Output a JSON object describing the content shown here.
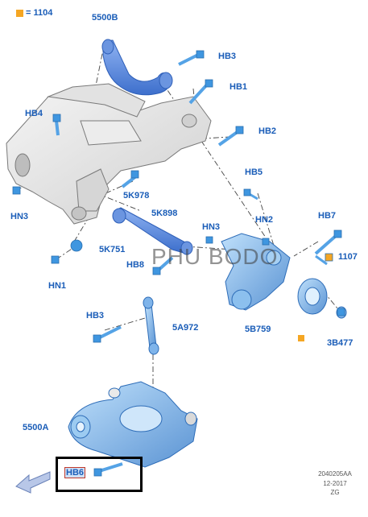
{
  "legend": {
    "part_number": "1104",
    "prefix": "="
  },
  "watermark": "PHU BODO",
  "labels": {
    "p5500B": "5500B",
    "HB3_top": "HB3",
    "HB1": "HB1",
    "HB4": "HB4",
    "HB2": "HB2",
    "HB5": "HB5",
    "p5K978": "5K978",
    "HN3_left": "HN3",
    "p5K898": "5K898",
    "HN3_mid": "HN3",
    "HN2": "HN2",
    "HB7": "HB7",
    "p5K751": "5K751",
    "p1107": "1107",
    "HB8": "HB8",
    "HN1": "HN1",
    "HB3_low": "HB3",
    "p5A972": "5A972",
    "p5B759": "5B759",
    "p3B477": "3B477",
    "p5500A": "5500A",
    "HB6": "HB6"
  },
  "footer": {
    "code": "2040205AA",
    "date": "12-2017",
    "initials": "ZG"
  },
  "colors": {
    "label_blue": "#1a5db8",
    "part_blue": "#6fa8e0",
    "arm_blue": "#4a7fd6",
    "key_orange": "#f5a623",
    "frame_black": "#000000",
    "highlight_red": "#c0392b"
  },
  "icons": {
    "direction_arrow": "arrow-icon",
    "part_key": "square-icon"
  }
}
